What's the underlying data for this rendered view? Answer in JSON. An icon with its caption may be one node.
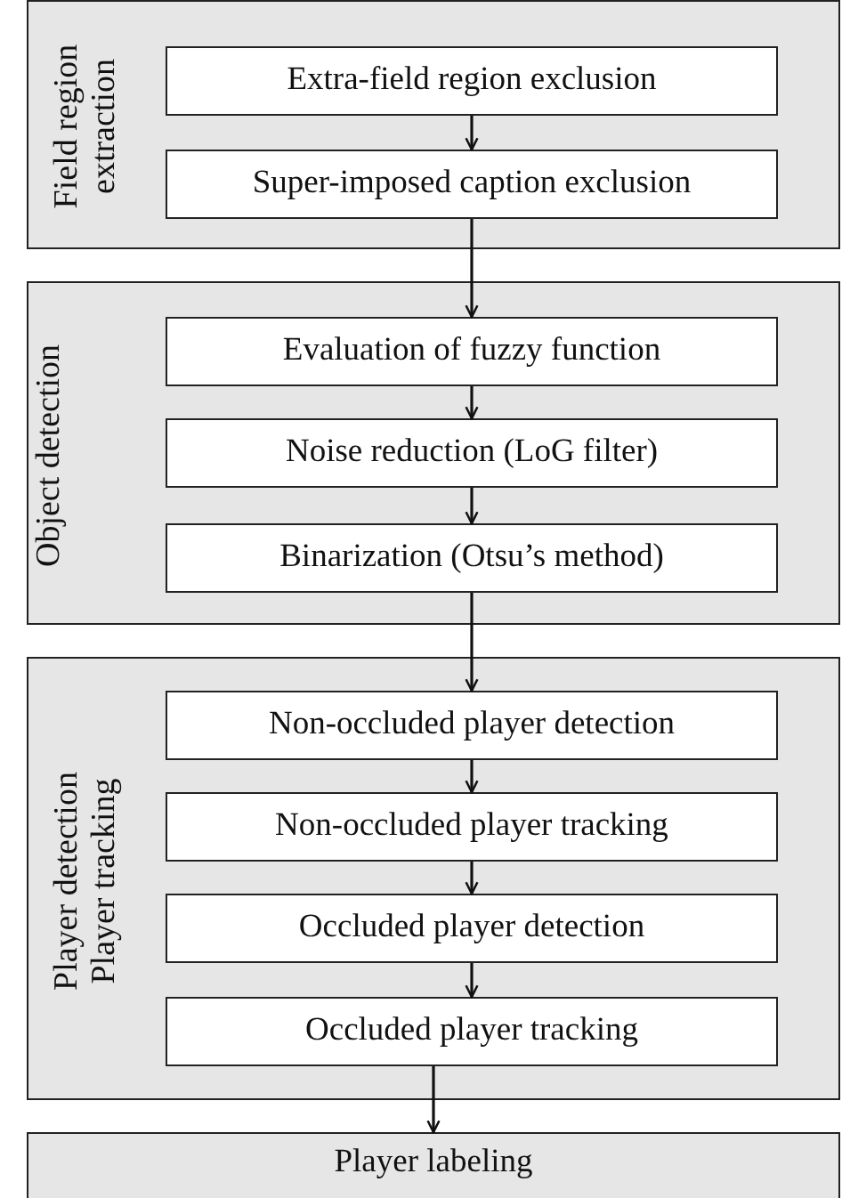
{
  "diagram": {
    "nodes": [
      {
        "text": [
          "Field region extraction"
        ]
      },
      {
        "text": [
          "Extra-field region exclusion"
        ],
        "in": 0
      },
      {
        "text": [
          "Super-imposed caption exclusion"
        ],
        "in": 0
      },
      {
        "text": [
          "Object detection"
        ]
      },
      {
        "text": [
          "Evaluation of fuzzy function"
        ],
        "in": 3
      },
      {
        "text": [
          "Noise reduction (LoG filter)"
        ],
        "in": 3
      },
      {
        "text": [
          "Binarization (Otsu’s method)"
        ],
        "in": 3
      },
      {
        "text": [
          "Player detection Player tracking"
        ]
      },
      {
        "text": [
          "Non-occluded player detection"
        ],
        "in": 7
      },
      {
        "text": [
          "Non-occluded player tracking"
        ],
        "in": 7
      },
      {
        "text": [
          "Occluded player detection"
        ],
        "in": 7
      },
      {
        "text": [
          "Occluded player tracking"
        ],
        "in": 7
      },
      {
        "text": [
          "Player labeling"
        ]
      }
    ],
    "edges": [
      {
        "from": 1,
        "to": 2,
        "arrow": "to"
      },
      {
        "from": 2,
        "to": 4,
        "arrow": "to"
      },
      {
        "from": 4,
        "to": 5,
        "arrow": "to"
      },
      {
        "from": 5,
        "to": 6,
        "arrow": "to"
      },
      {
        "from": 6,
        "to": 8,
        "arrow": "to"
      },
      {
        "from": 8,
        "to": 9,
        "arrow": "to"
      },
      {
        "from": 9,
        "to": 10,
        "arrow": "to"
      },
      {
        "from": 10,
        "to": 11,
        "arrow": "to"
      },
      {
        "from": 11,
        "to": 12,
        "arrow": "to"
      }
    ]
  }
}
